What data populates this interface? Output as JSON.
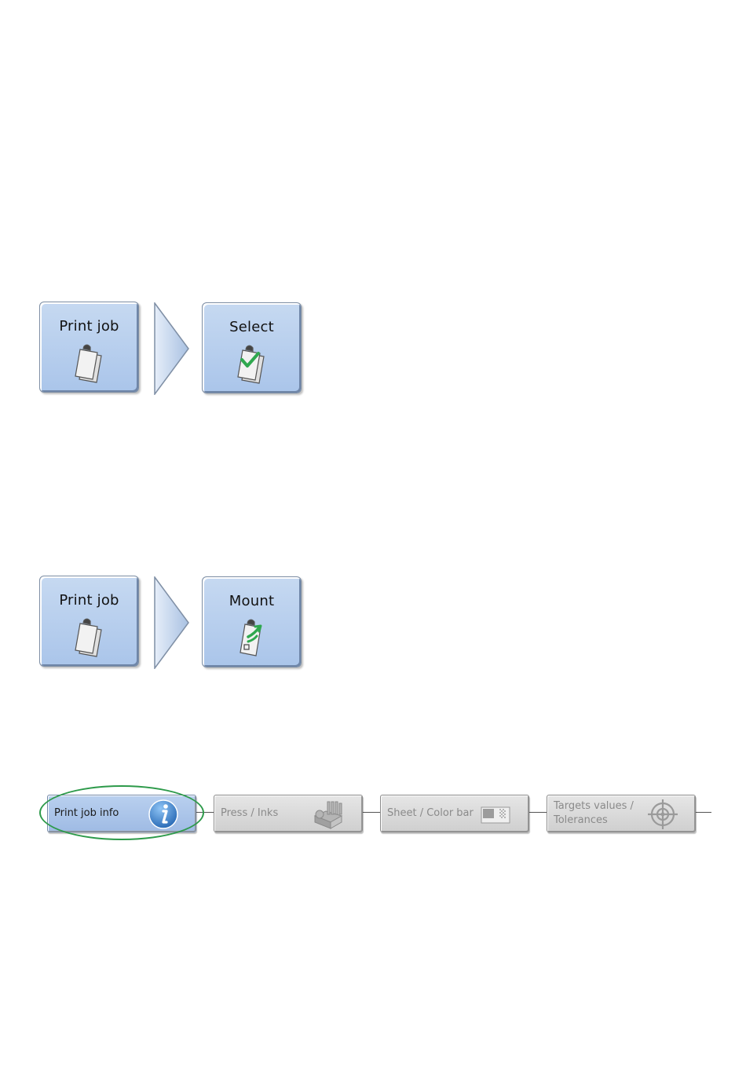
{
  "flow_select": {
    "step1_label": "Print job",
    "step1_icon": "clipboard-stack-icon",
    "step2_label": "Select",
    "step2_icon": "clipboard-check-icon"
  },
  "flow_mount": {
    "step1_label": "Print job",
    "step1_icon": "clipboard-stack-icon",
    "step2_label": "Mount",
    "step2_icon": "clipboard-arrow-icon"
  },
  "nav_bar": {
    "items": [
      {
        "label": "Print job info",
        "icon": "info-icon",
        "active": true
      },
      {
        "label": "Press / Inks",
        "icon": "press-icon",
        "active": false
      },
      {
        "label": "Sheet / Color bar",
        "icon": "color-bar-icon",
        "active": false
      },
      {
        "label_line1": "Targets values /",
        "label_line2": "Tolerances",
        "icon": "target-icon",
        "active": false
      }
    ]
  },
  "colors": {
    "tile_blue": "#aac5ea",
    "nav_gray": "#cfcfcf",
    "highlight_green": "#2d9a4a",
    "check_green": "#2fa84f"
  }
}
